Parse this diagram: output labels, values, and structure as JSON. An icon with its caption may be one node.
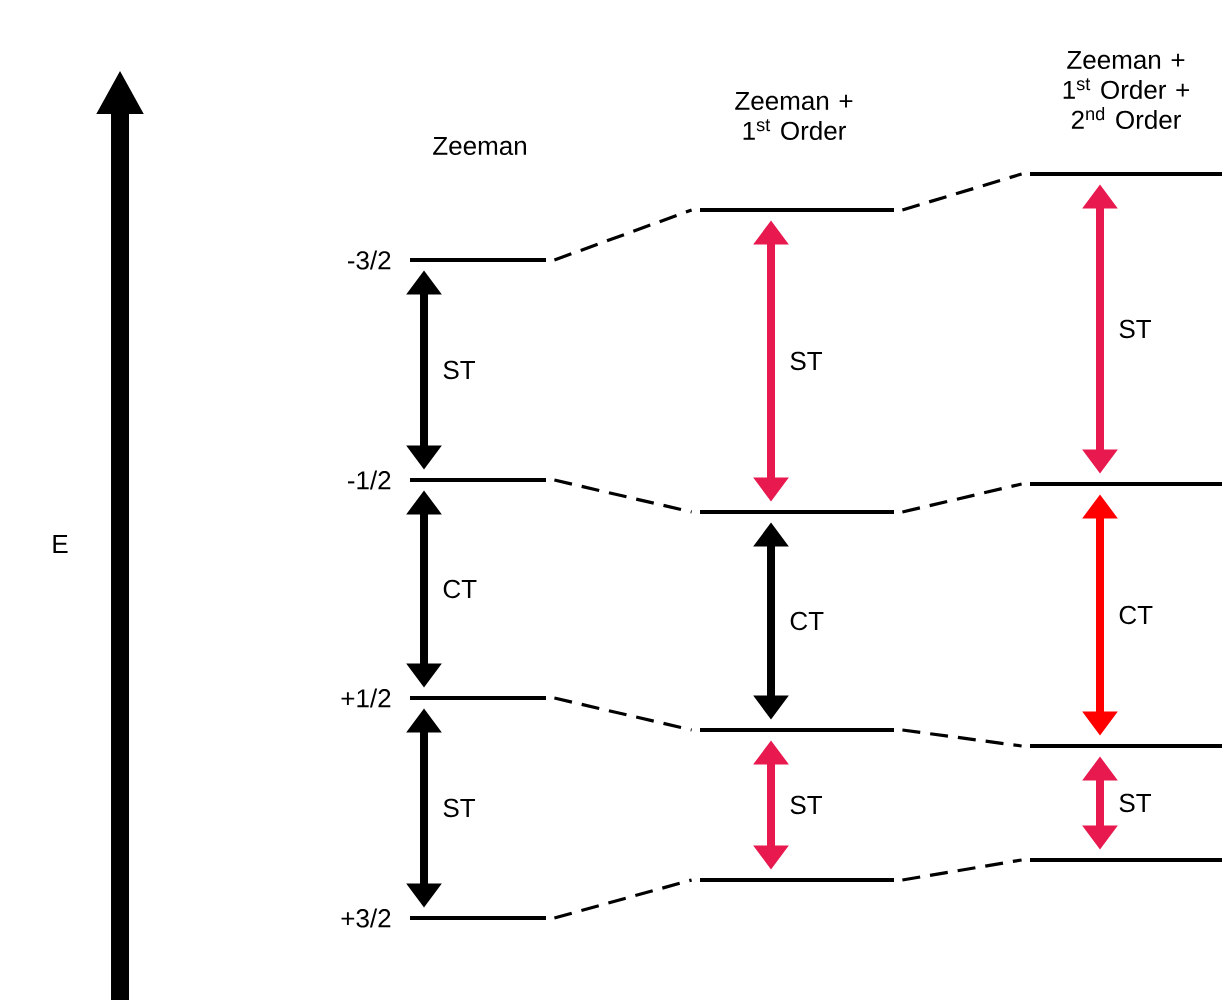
{
  "diagram": {
    "nodes": [
      {
        "text": [],
        "shape": "bar",
        "beside": [
          "-3/2"
        ]
      },
      {
        "text": [],
        "shape": "bar",
        "beside": [
          "-1/2"
        ]
      },
      {
        "text": [],
        "shape": "bar",
        "beside": [
          "+1/2"
        ]
      },
      {
        "text": [],
        "shape": "bar",
        "beside": [
          "+3/2"
        ]
      },
      {
        "text": [],
        "shape": "bar"
      },
      {
        "text": [],
        "shape": "bar"
      },
      {
        "text": [],
        "shape": "bar"
      },
      {
        "text": [],
        "shape": "bar"
      },
      {
        "text": [],
        "shape": "bar"
      },
      {
        "text": [],
        "shape": "bar"
      },
      {
        "text": [],
        "shape": "bar"
      },
      {
        "text": [],
        "shape": "bar"
      }
    ],
    "edges": [
      {
        "from": 0,
        "to": 1,
        "arrow": "both",
        "label": "ST"
      },
      {
        "from": 1,
        "to": 2,
        "arrow": "both",
        "label": "CT"
      },
      {
        "from": 2,
        "to": 3,
        "arrow": "both",
        "label": "ST"
      },
      {
        "from": 4,
        "to": 5,
        "arrow": "both",
        "label": "ST",
        "color": "#e8194f"
      },
      {
        "from": 5,
        "to": 6,
        "arrow": "both",
        "label": "CT"
      },
      {
        "from": 6,
        "to": 7,
        "arrow": "both",
        "label": "ST",
        "color": "#e8194f"
      },
      {
        "from": 8,
        "to": 9,
        "arrow": "both",
        "label": "ST",
        "color": "#e8194f"
      },
      {
        "from": 9,
        "to": 10,
        "arrow": "both",
        "label": "CT",
        "color": "#ff0000"
      },
      {
        "from": 10,
        "to": 11,
        "arrow": "both",
        "label": "ST",
        "color": "#e8194f"
      },
      {
        "from": 0,
        "to": 4,
        "arrow": "none",
        "style": "dashed"
      },
      {
        "from": 1,
        "to": 5,
        "arrow": "none",
        "style": "dashed"
      },
      {
        "from": 2,
        "to": 6,
        "arrow": "none",
        "style": "dashed"
      },
      {
        "from": 3,
        "to": 7,
        "arrow": "none",
        "style": "dashed"
      },
      {
        "from": 4,
        "to": 8,
        "arrow": "none",
        "style": "dashed"
      },
      {
        "from": 5,
        "to": 9,
        "arrow": "none",
        "style": "dashed"
      },
      {
        "from": 6,
        "to": 10,
        "arrow": "none",
        "style": "dashed"
      },
      {
        "from": 7,
        "to": 11,
        "arrow": "none",
        "style": "dashed"
      }
    ],
    "labels": [
      "Zeeman",
      "Zeeman + 1$^{st}$ Order",
      "Zeeman + 1$^{st}$ Order + 2$^{nd}$ Order",
      "E"
    ]
  }
}
